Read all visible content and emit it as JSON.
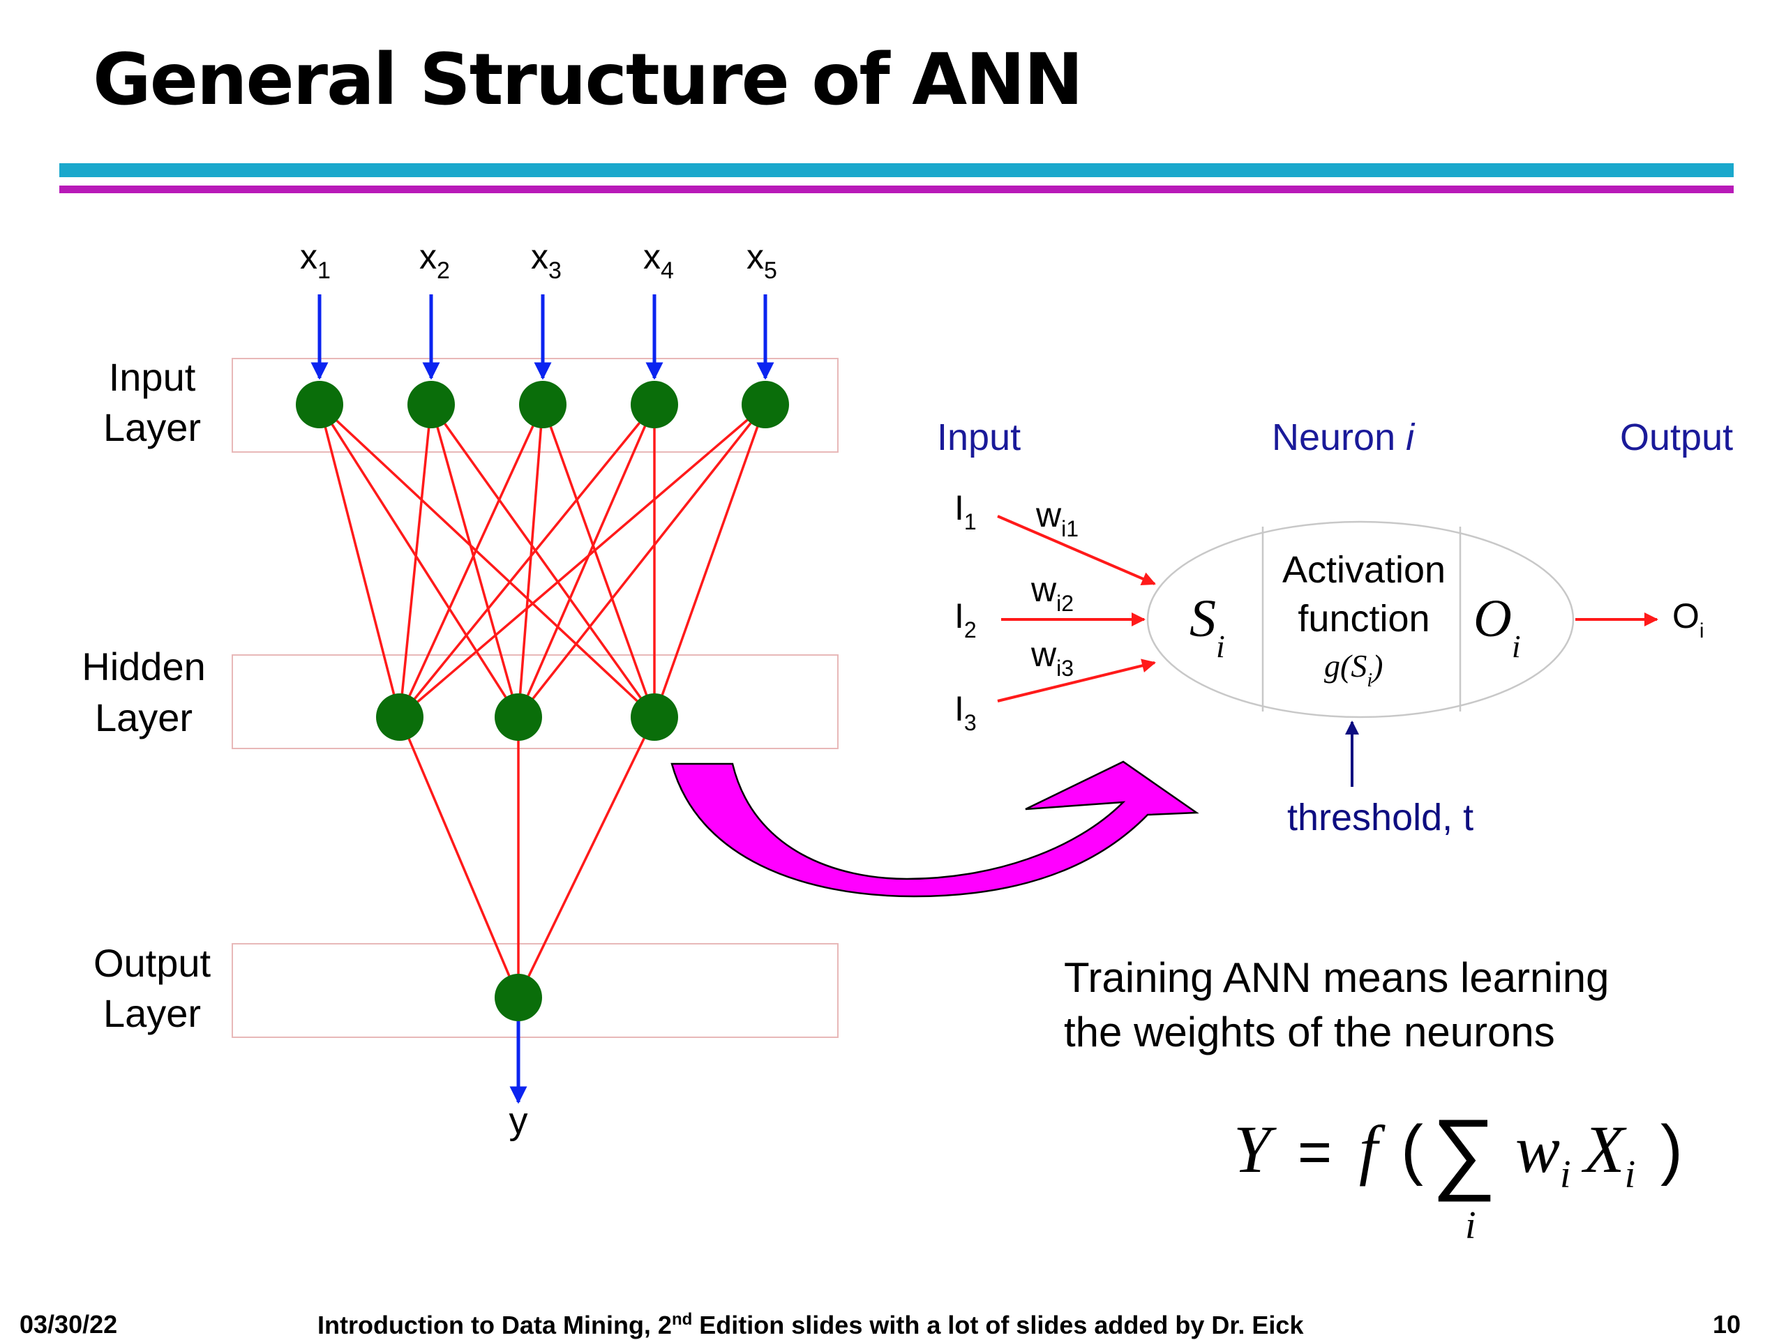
{
  "slide": {
    "title": "General Structure of ANN",
    "footer": {
      "date": "03/30/22",
      "text_before_sup": "Introduction to Data Mining, 2",
      "text_sup": "nd",
      "text_after_sup": " Edition slides with a lot of slides added by Dr. Eick",
      "page": "10"
    }
  },
  "network": {
    "inputs": [
      {
        "base": "x",
        "sub": "1"
      },
      {
        "base": "x",
        "sub": "2"
      },
      {
        "base": "x",
        "sub": "3"
      },
      {
        "base": "x",
        "sub": "4"
      },
      {
        "base": "x",
        "sub": "5"
      }
    ],
    "layers": {
      "input": [
        "Input",
        "Layer"
      ],
      "hidden": [
        "Hidden",
        "Layer"
      ],
      "output": [
        "Output",
        "Layer"
      ]
    },
    "output_var": "y",
    "colors": {
      "node": "#0a6e0a",
      "edge": "#ff1a1a",
      "io_arrow": "#0b24f0",
      "layer_box": "#e8b8b8"
    }
  },
  "neuron": {
    "header_input": "Input",
    "header_neuron": "Neuron ",
    "header_neuron_i": "i",
    "header_output": "Output",
    "inputs": [
      {
        "base": "I",
        "sub": "1"
      },
      {
        "base": "I",
        "sub": "2"
      },
      {
        "base": "I",
        "sub": "3"
      }
    ],
    "weights": [
      {
        "base": "w",
        "sub": "i1"
      },
      {
        "base": "w",
        "sub": "i2"
      },
      {
        "base": "w",
        "sub": "i3"
      }
    ],
    "sum_base": "S",
    "sum_sub": "i",
    "activation_line1": "Activation",
    "activation_line2": "function",
    "activation_func": "g(S",
    "activation_sub": "i",
    "activation_close": ")",
    "out_base": "O",
    "out_sub": "i",
    "result_base": "O",
    "result_sub": "i",
    "threshold": "threshold, t",
    "colors": {
      "header": "#1a1a99",
      "arrow": "#ff1a1a",
      "threshold": "#0d0d80",
      "curve_arrow": "#ff00ff"
    }
  },
  "note": {
    "line1": "Training ANN means learning",
    "line2": "the weights of the neurons"
  },
  "formula": {
    "lhs": "Y",
    "equals": "=",
    "f": "f",
    "open": "(",
    "sigma": "∑",
    "index": "i",
    "w": "w",
    "w_sub": "i",
    "x": "X",
    "x_sub": "i",
    "close": ")"
  }
}
